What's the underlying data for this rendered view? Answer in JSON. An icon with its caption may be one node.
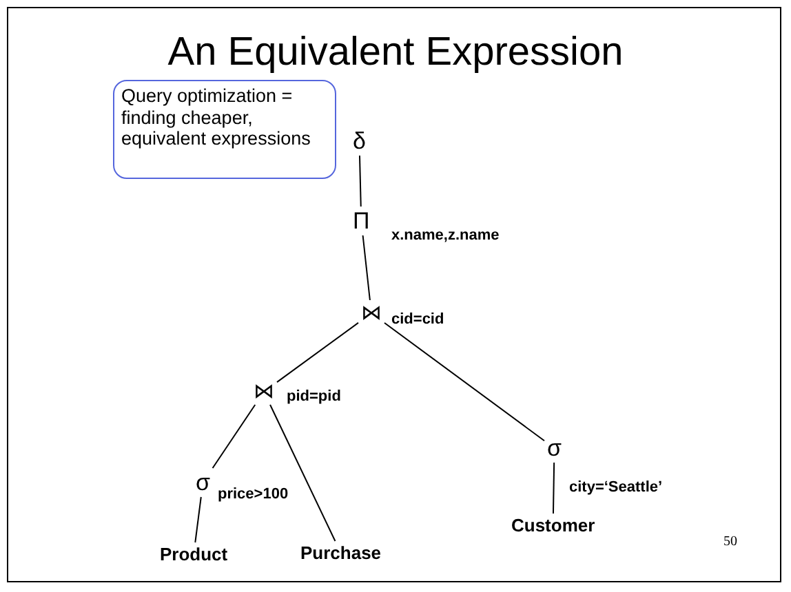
{
  "diagram": {
    "title": "An Equivalent Expression",
    "nodes": [
      {
        "text": [
          "Query optimization = finding cheaper, equivalent expressions"
        ]
      },
      {
        "text": [
          "δ"
        ]
      },
      {
        "text": [
          "Π"
        ],
        "beside": [
          "x.name,z.name"
        ]
      },
      {
        "text": [
          "⋈"
        ],
        "beside": [
          "cid=cid"
        ]
      },
      {
        "text": [
          "⋈"
        ],
        "beside": [
          "pid=pid"
        ]
      },
      {
        "text": [
          "σ"
        ],
        "beside": [
          "city=‘Seattle’"
        ]
      },
      {
        "text": [
          "σ"
        ],
        "beside": [
          "price>100"
        ]
      },
      {
        "text": [
          "Product"
        ]
      },
      {
        "text": [
          "Purchase"
        ]
      },
      {
        "text": [
          "Customer"
        ]
      }
    ],
    "edges": [
      {
        "from": 1,
        "to": 2,
        "arrow": "none"
      },
      {
        "from": 2,
        "to": 3,
        "arrow": "none"
      },
      {
        "from": 3,
        "to": 4,
        "arrow": "none"
      },
      {
        "from": 3,
        "to": 5,
        "arrow": "none"
      },
      {
        "from": 4,
        "to": 6,
        "arrow": "none"
      },
      {
        "from": 4,
        "to": 8,
        "arrow": "none"
      },
      {
        "from": 6,
        "to": 7,
        "arrow": "none"
      },
      {
        "from": 5,
        "to": 9,
        "arrow": "none"
      }
    ],
    "labels": [
      "50"
    ]
  }
}
